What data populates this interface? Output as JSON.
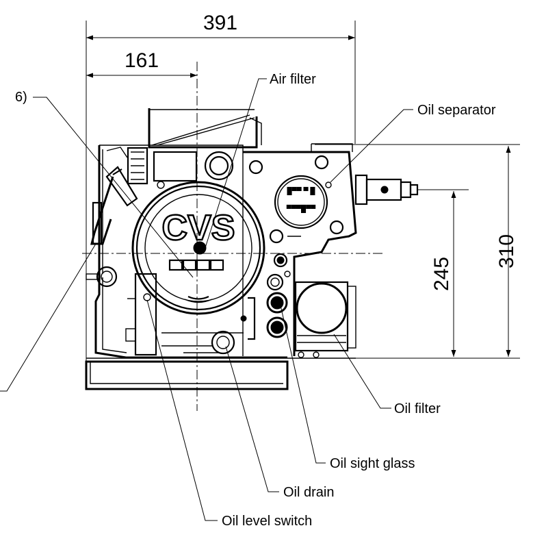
{
  "dimensions": {
    "total_width": "391",
    "center_offset": "161",
    "center_height": "245",
    "total_height": "310"
  },
  "callouts": {
    "note_6": "6)",
    "air_filter": "Air filter",
    "oil_separator": "Oil separator",
    "oil_filter": "Oil filter",
    "oil_sight_glass": "Oil sight glass",
    "oil_drain": "Oil drain",
    "oil_level_switch": "Oil level switch"
  },
  "pump_labels": {
    "brand": "CVS"
  }
}
